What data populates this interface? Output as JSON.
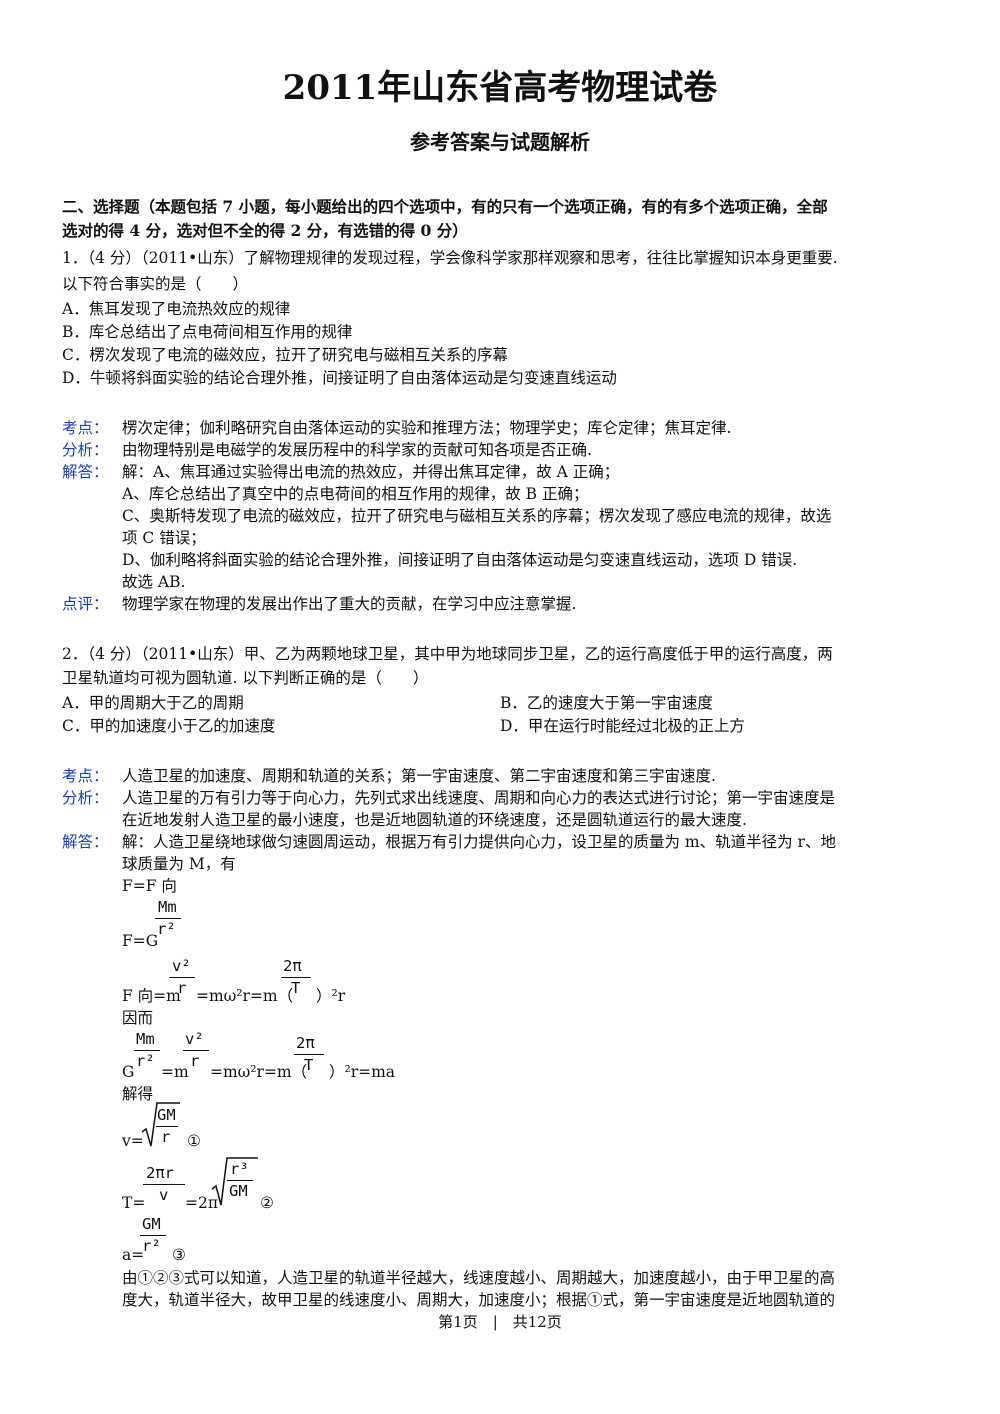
{
  "header": {
    "title": "2011年山东省高考物理试卷",
    "subtitle": "参考答案与试题解析"
  },
  "section": {
    "line1": "二、选择题（本题包括 7 小题，每小题给出的四个选项中，有的只有一个选项正确，有的有多个选项正确，全部",
    "line2": "选对的得 4 分，选对但不全的得 2 分，有选错的得 0 分）"
  },
  "labels": {
    "kaodian": "考点：",
    "fenxi": "分析：",
    "jieda": "解答：",
    "dianping": "点评："
  },
  "q1": {
    "stem1": "1．（4 分）（2011•山东）了解物理规律的发现过程，学会像科学家那样观察和思考，往往比掌握知识本身更重要.",
    "stem2": "以下符合事实的是（　　）",
    "options": [
      "A．焦耳发现了电流热效应的规律",
      "B．库仑总结出了点电荷间相互作用的规律",
      "C．楞次发现了电流的磁效应，拉开了研究电与磁相互关系的序幕",
      "D．牛顿将斜面实验的结论合理外推，间接证明了自由落体运动是匀变速直线运动"
    ],
    "kaodian": "楞次定律；伽利略研究自由落体运动的实验和推理方法；物理学史；库仑定律；焦耳定律.",
    "fenxi": "由物理特别是电磁学的发展历程中的科学家的贡献可知各项是否正确.",
    "jieda": [
      "解：A、焦耳通过实验得出电流的热效应，并得出焦耳定律，故 A 正确；",
      "A、库仑总结出了真空中的点电荷间的相互作用的规律，故 B 正确；",
      "C、奥斯特发现了电流的磁效应，拉开了研究电与磁相互关系的序幕；楞次发现了感应电流的规律，故选",
      "项 C 错误；",
      "D、伽利略将斜面实验的结论合理外推，间接证明了自由落体运动是匀变速直线运动，选项 D 错误.",
      "故选 AB."
    ],
    "dianping": "物理学家在物理的发展出作出了重大的贡献，在学习中应注意掌握."
  },
  "q2": {
    "stem1": "2．（4 分）（2011•山东）甲、乙为两颗地球卫星，其中甲为地球同步卫星，乙的运行高度低于甲的运行高度，两",
    "stem2": "卫星轨道均可视为圆轨道. 以下判断正确的是（　　）",
    "options": [
      "A．甲的周期大于乙的周期",
      "B．乙的速度大于第一宇宙速度",
      "C．甲的加速度小于乙的加速度",
      "D．甲在运行时能经过北极的正上方"
    ],
    "kaodian": "人造卫星的加速度、周期和轨道的关系；第一宇宙速度、第二宇宙速度和第三宇宙速度.",
    "fenxi1": "人造卫星的万有引力等于向心力，先列式求出线速度、周期和向心力的表达式进行讨论；第一宇宙速度是",
    "fenxi2": "在近地发射人造卫星的最小速度，也是近地圆轨道的环绕速度，还是圆轨道运行的最大速度.",
    "jieda1": "解：人造卫星绕地球做匀速圆周运动，根据万有引力提供向心力，设卫星的质量为 m、轨道半径为 r、地",
    "jieda2": "球质量为 M，有",
    "eq1": "F=F 向",
    "eq2_pre": "F=G",
    "eq3_pre": "F 向=m",
    "eq3_mid": "=mω²r=m（",
    "eq3_post": "）²r",
    "yinger": "因而",
    "eq4_pre": "G",
    "eq4_a": "=m",
    "eq4_mid": "=mω²r=m（",
    "eq4_post": "）²r=ma",
    "jiede": "解得",
    "eq5_pre": "v=",
    "eq5_num": "①",
    "eq6_pre": "T=",
    "eq6_mid": "=2π",
    "eq6_num": "②",
    "eq7_pre": "a=",
    "eq7_num": "③",
    "conclusion1": "由①②③式可以知道，人造卫星的轨道半径越大，线速度越小、周期越大，加速度越小，由于甲卫星的高",
    "conclusion2": "度大，轨道半径大，故甲卫星的线速度小、周期大，加速度小；根据①式，第一宇宙速度是近地圆轨道的"
  },
  "math_symbols": {
    "Mm": "Mm",
    "r2": "r²",
    "v2": "v²",
    "r": "r",
    "twopi": "2π",
    "T": "T",
    "GM": "GM",
    "twopir": "2πr",
    "v": "v",
    "r3": "r³"
  },
  "footer": {
    "text": "第1页　|　共12页"
  }
}
